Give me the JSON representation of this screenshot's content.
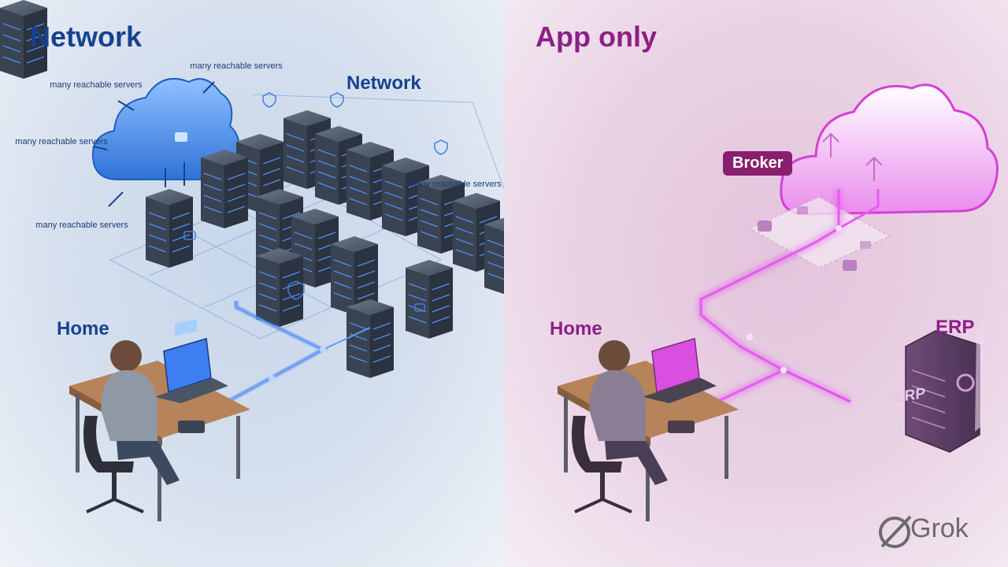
{
  "left": {
    "title": "Network",
    "network_label": "Network",
    "home_label": "Home",
    "notes": [
      "many reachable servers",
      "many reachable servers",
      "many reachable servers",
      "many reachable servers",
      "many reachable servers"
    ],
    "accent": "#17428f",
    "link_color": "#2e6fe0"
  },
  "right": {
    "title": "App only",
    "broker_label": "Broker",
    "home_label": "Home",
    "erp_label": "ERP",
    "server_label": "ERP",
    "accent": "#8d1f86",
    "link_color": "#d63be0"
  },
  "watermark": {
    "text": "Grok",
    "icon": "grok-logo-icon"
  }
}
